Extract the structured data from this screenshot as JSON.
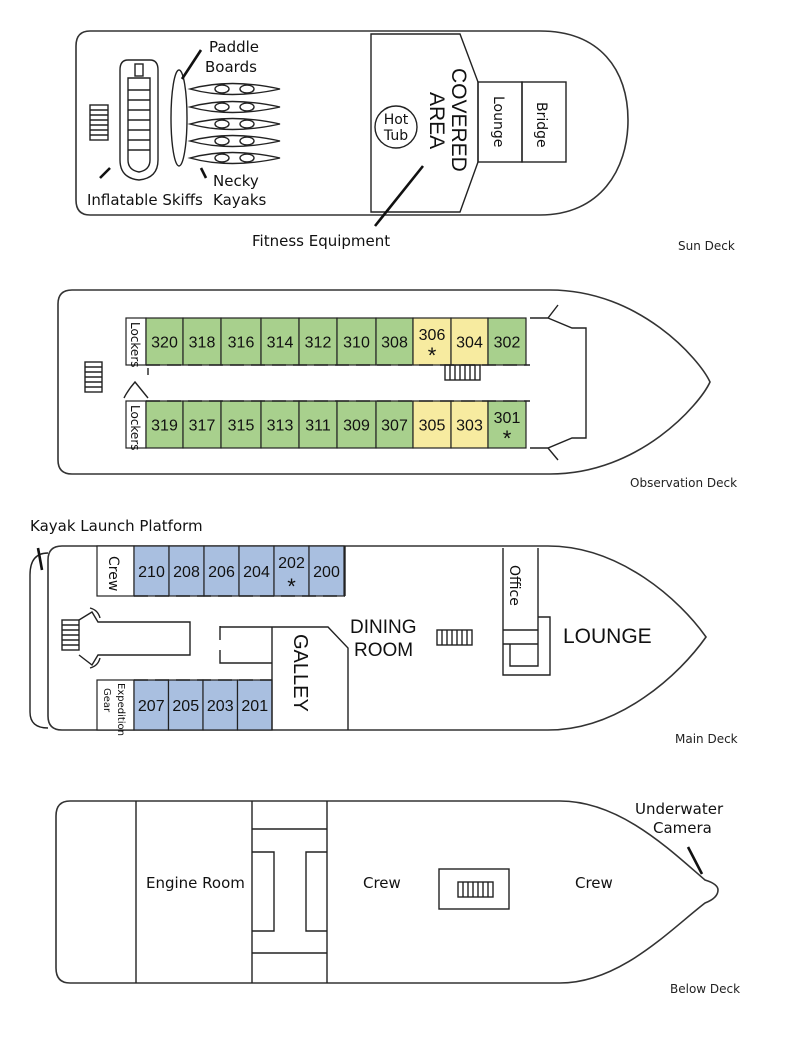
{
  "decks": {
    "sun": {
      "name": "Sun Deck",
      "labels": {
        "paddle_boards_1": "Paddle",
        "paddle_boards_2": "Boards",
        "necky_kayaks_1": "Necky",
        "necky_kayaks_2": "Kayaks",
        "inflatable_skiffs": "Inflatable Skiffs",
        "hot_tub_1": "Hot",
        "hot_tub_2": "Tub",
        "covered_area_1": "COVERED",
        "covered_area_2": "AREA",
        "lounge": "Lounge",
        "bridge": "Bridge",
        "fitness_equipment": "Fitness Equipment"
      }
    },
    "observation": {
      "name": "Observation Deck",
      "lockers": "Lockers",
      "top_row": [
        {
          "num": "320",
          "category": "green",
          "star": false
        },
        {
          "num": "318",
          "category": "green",
          "star": false
        },
        {
          "num": "316",
          "category": "green",
          "star": false
        },
        {
          "num": "314",
          "category": "green",
          "star": false
        },
        {
          "num": "312",
          "category": "green",
          "star": false
        },
        {
          "num": "310",
          "category": "green",
          "star": false
        },
        {
          "num": "308",
          "category": "green",
          "star": false
        },
        {
          "num": "306",
          "category": "yellow",
          "star": true
        },
        {
          "num": "304",
          "category": "yellow",
          "star": false
        },
        {
          "num": "302",
          "category": "green",
          "star": false
        }
      ],
      "bottom_row": [
        {
          "num": "319",
          "category": "green",
          "star": false
        },
        {
          "num": "317",
          "category": "green",
          "star": false
        },
        {
          "num": "315",
          "category": "green",
          "star": false
        },
        {
          "num": "313",
          "category": "green",
          "star": false
        },
        {
          "num": "311",
          "category": "green",
          "star": false
        },
        {
          "num": "309",
          "category": "green",
          "star": false
        },
        {
          "num": "307",
          "category": "green",
          "star": false
        },
        {
          "num": "305",
          "category": "yellow",
          "star": false
        },
        {
          "num": "303",
          "category": "yellow",
          "star": false
        },
        {
          "num": "301",
          "category": "green",
          "star": true
        }
      ]
    },
    "main": {
      "name": "Main Deck",
      "kayak_launch": "Kayak Launch Platform",
      "crew": "Crew",
      "expedition_gear_1": "Expedition",
      "expedition_gear_2": "Gear",
      "galley": "GALLEY",
      "dining_1": "DINING",
      "dining_2": "ROOM",
      "office": "Office",
      "lounge": "LOUNGE",
      "top_row": [
        {
          "num": "210",
          "star": false
        },
        {
          "num": "208",
          "star": false
        },
        {
          "num": "206",
          "star": false
        },
        {
          "num": "204",
          "star": false
        },
        {
          "num": "202",
          "star": true
        },
        {
          "num": "200",
          "star": false
        }
      ],
      "bottom_row": [
        {
          "num": "207",
          "star": false
        },
        {
          "num": "205",
          "star": false
        },
        {
          "num": "203",
          "star": false
        },
        {
          "num": "201",
          "star": false
        }
      ]
    },
    "below": {
      "name": "Below Deck",
      "engine_room": "Engine Room",
      "crew_1": "Crew",
      "crew_2": "Crew",
      "camera_1": "Underwater",
      "camera_2": "Camera"
    }
  },
  "star_symbol": "*",
  "colors": {
    "green": "#a8d08d",
    "yellow": "#f7eba0",
    "blue": "#a9bfe0"
  }
}
